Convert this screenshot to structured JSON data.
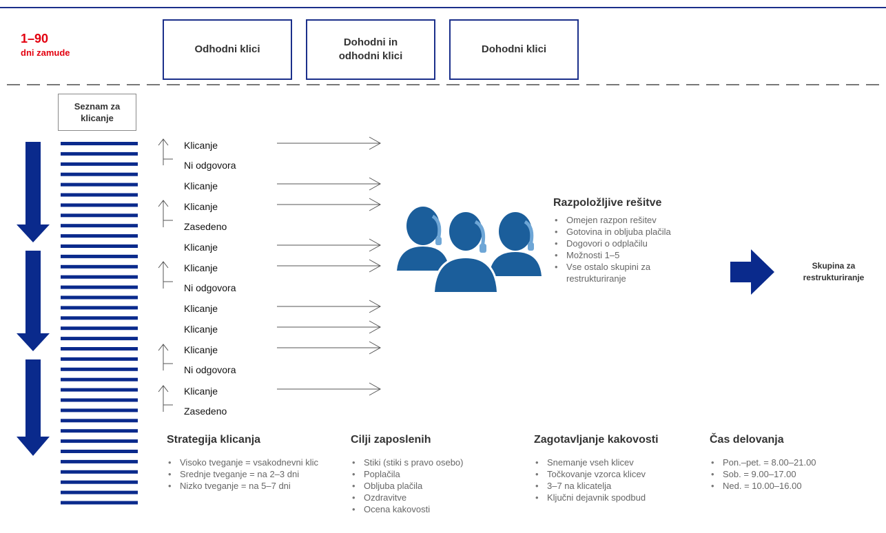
{
  "colors": {
    "navy": "#0a2a8c",
    "red": "#e3000f",
    "people": "#1b5e9b",
    "phone": "#6ea6d6"
  },
  "header": {
    "dpd_range": "1–90",
    "dpd_label": "dni zamude",
    "channels": [
      "Odhodni klici",
      "Dohodni in odhodni klici",
      "Dohodni klici"
    ]
  },
  "call_list": {
    "title": "Seznam za klicanje"
  },
  "calls": [
    {
      "label": "Klicanje",
      "has_arrow": true
    },
    {
      "label": "Ni odgovora",
      "has_arrow": false
    },
    {
      "label": "Klicanje",
      "has_arrow": true
    },
    {
      "label": "Klicanje",
      "has_arrow": true
    },
    {
      "label": "Zasedeno",
      "has_arrow": false
    },
    {
      "label": "Klicanje",
      "has_arrow": true
    },
    {
      "label": "Klicanje",
      "has_arrow": true
    },
    {
      "label": "Ni odgovora",
      "has_arrow": false
    },
    {
      "label": "Klicanje",
      "has_arrow": true
    },
    {
      "label": "Klicanje",
      "has_arrow": true
    },
    {
      "label": "Klicanje",
      "has_arrow": true
    },
    {
      "label": "Ni odgovora",
      "has_arrow": false
    },
    {
      "label": "Klicanje",
      "has_arrow": true
    },
    {
      "label": "Zasedeno",
      "has_arrow": false
    }
  ],
  "solutions": {
    "title": "Razpoložljive rešitve",
    "items": [
      "Omejen razpon rešitev",
      "Gotovina in obljuba plačila",
      "Dogovori o odplačilu",
      "Možnosti 1–5",
      "Vse ostalo skupini za restrukturiranje"
    ]
  },
  "restructuring": {
    "label": "Skupina za restrukturiranje"
  },
  "sections": [
    {
      "title": "Strategija klicanja",
      "items": [
        "Visoko tveganje = vsakodnevni klic",
        "Srednje tveganje = na 2–3 dni",
        "Nizko tveganje = na 5–7 dni"
      ]
    },
    {
      "title": "Cilji zaposlenih",
      "items": [
        "Stiki (stiki s pravo osebo)",
        "Poplačila",
        "Obljuba plačila",
        "Ozdravitve",
        "Ocena kakovosti"
      ]
    },
    {
      "title": "Zagotavljanje kakovosti",
      "items": [
        "Snemanje vseh klicev",
        "Točkovanje vzorca klicev",
        "3–7 na klicatelja",
        "Ključni dejavnik spodbud"
      ]
    },
    {
      "title": "Čas delovanja",
      "items": [
        "Pon.–pet. = 8.00–21.00",
        "Sob. = 9.00–17.00",
        "Ned. = 10.00–16.00"
      ]
    }
  ]
}
